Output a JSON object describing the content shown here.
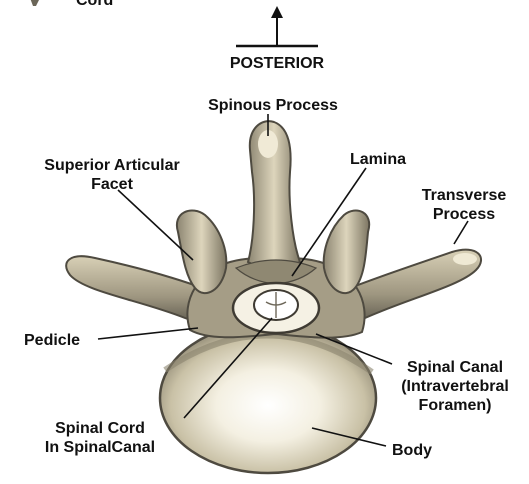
{
  "top_fragment": {
    "text": "Cord"
  },
  "orientation": {
    "label": "POSTERIOR"
  },
  "labels": {
    "spinous_process": "Spinous Process",
    "superior_articular_facet": [
      "Superior Articular",
      "Facet"
    ],
    "lamina": "Lamina",
    "transverse_process": [
      "Transverse",
      "Process"
    ],
    "pedicle": "Pedicle",
    "spinal_canal": [
      "Spinal Canal",
      "(Intravertebral",
      "Foramen)"
    ],
    "spinal_cord": [
      "Spinal Cord",
      "In SpinalCanal"
    ],
    "body": "Body"
  },
  "colors": {
    "bone_dark": "#6b6658",
    "bone_mid": "#b5ad95",
    "bone_light": "#e6dfc8",
    "body_center": "#ffffff",
    "line": "#111111"
  }
}
